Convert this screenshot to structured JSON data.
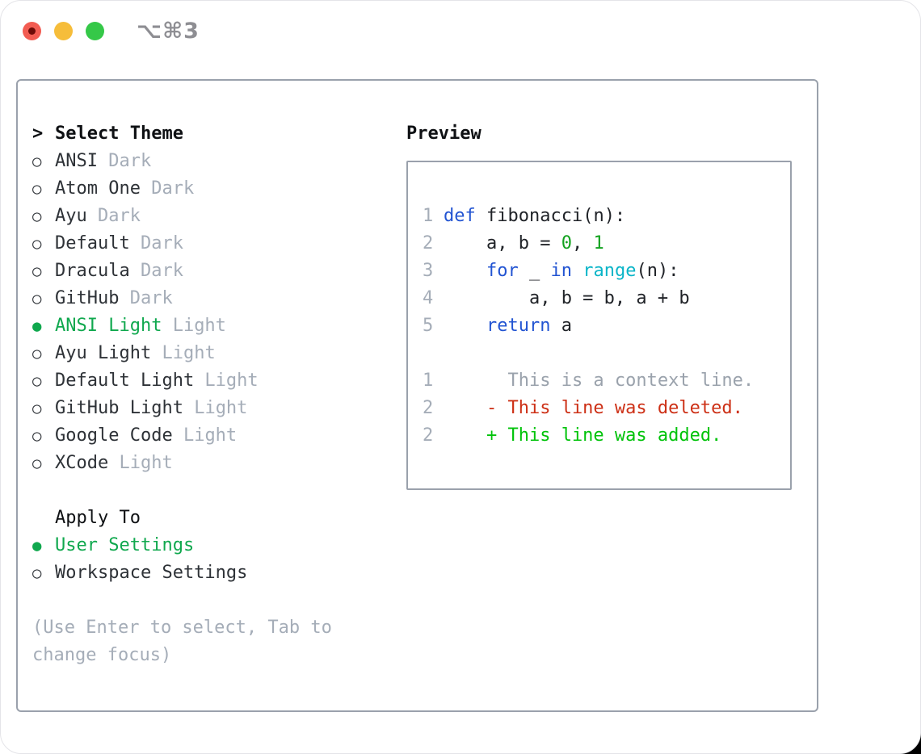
{
  "window": {
    "title": "⌥⌘3",
    "traffic_lights": [
      "close",
      "minimize",
      "zoom"
    ]
  },
  "theme_selector": {
    "prompt": ">",
    "title": "Select Theme",
    "items": [
      {
        "name": "ANSI",
        "variant": "Dark",
        "selected": false
      },
      {
        "name": "Atom One",
        "variant": "Dark",
        "selected": false
      },
      {
        "name": "Ayu",
        "variant": "Dark",
        "selected": false
      },
      {
        "name": "Default",
        "variant": "Dark",
        "selected": false
      },
      {
        "name": "Dracula",
        "variant": "Dark",
        "selected": false
      },
      {
        "name": "GitHub",
        "variant": "Dark",
        "selected": false
      },
      {
        "name": "ANSI Light",
        "variant": "Light",
        "selected": true
      },
      {
        "name": "Ayu Light",
        "variant": "Light",
        "selected": false
      },
      {
        "name": "Default Light",
        "variant": "Light",
        "selected": false
      },
      {
        "name": "GitHub Light",
        "variant": "Light",
        "selected": false
      },
      {
        "name": "Google Code",
        "variant": "Light",
        "selected": false
      },
      {
        "name": "XCode",
        "variant": "Light",
        "selected": false
      }
    ]
  },
  "apply_to": {
    "title": "Apply To",
    "options": [
      {
        "name": "User Settings",
        "selected": true
      },
      {
        "name": "Workspace Settings",
        "selected": false
      }
    ]
  },
  "help_text": "(Use Enter to select, Tab to change focus)",
  "preview": {
    "title": "Preview",
    "lines": [
      {
        "n": "1",
        "tokens": [
          {
            "t": "def",
            "s": "keyword"
          },
          {
            "t": " fibonacci(n):",
            "s": "plain"
          }
        ]
      },
      {
        "n": "2",
        "tokens": [
          {
            "t": "    a, b = ",
            "s": "plain"
          },
          {
            "t": "0",
            "s": "number"
          },
          {
            "t": ", ",
            "s": "plain"
          },
          {
            "t": "1",
            "s": "number"
          }
        ]
      },
      {
        "n": "3",
        "tokens": [
          {
            "t": "    ",
            "s": "plain"
          },
          {
            "t": "for",
            "s": "keyword"
          },
          {
            "t": " _ ",
            "s": "plain"
          },
          {
            "t": "in",
            "s": "keyword"
          },
          {
            "t": " ",
            "s": "plain"
          },
          {
            "t": "range",
            "s": "builtin"
          },
          {
            "t": "(n):",
            "s": "plain"
          }
        ]
      },
      {
        "n": "4",
        "tokens": [
          {
            "t": "        a, b = b, a + b",
            "s": "plain"
          }
        ]
      },
      {
        "n": "5",
        "tokens": [
          {
            "t": "    ",
            "s": "plain"
          },
          {
            "t": "return",
            "s": "keyword"
          },
          {
            "t": " a",
            "s": "plain"
          }
        ]
      },
      {
        "n": "",
        "tokens": []
      },
      {
        "n": "1",
        "tokens": [
          {
            "t": "      This is a context line.",
            "s": "context"
          }
        ]
      },
      {
        "n": "2",
        "tokens": [
          {
            "t": "    - This line was deleted.",
            "s": "deleted"
          }
        ]
      },
      {
        "n": "2",
        "tokens": [
          {
            "t": "    + This line was added.",
            "s": "added"
          }
        ]
      }
    ]
  },
  "colors": {
    "accent_green": "#10a84e",
    "diff_added": "#00c30a",
    "diff_deleted": "#cd3016",
    "keyword_blue": "#2254d2",
    "builtin_cyan": "#0ab5c8",
    "number_green": "#12a21e",
    "muted_gray": "#a5adb8",
    "border_gray": "#9aa1ac",
    "titlebar_gray": "#8e8e93",
    "traffic_red": "#f25c52",
    "traffic_yellow": "#f6bd3a",
    "traffic_green": "#35c848"
  }
}
